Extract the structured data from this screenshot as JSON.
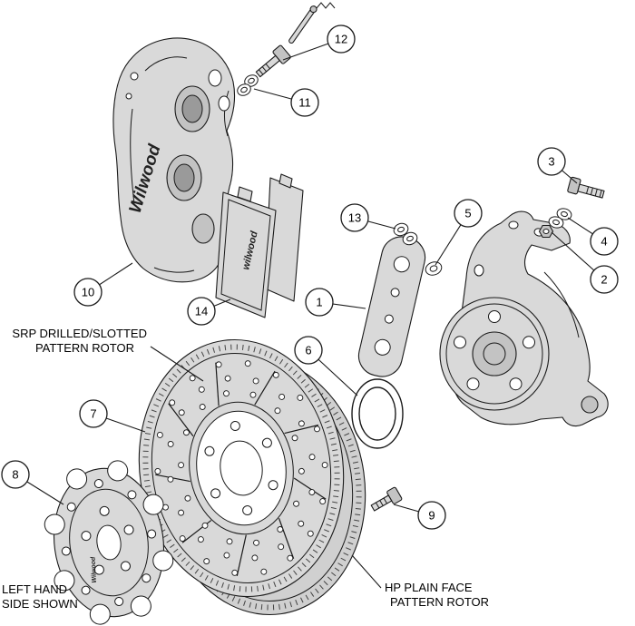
{
  "diagram": {
    "callouts": {
      "c1": "1",
      "c2": "2",
      "c3": "3",
      "c4": "4",
      "c5": "5",
      "c6": "6",
      "c7": "7",
      "c8": "8",
      "c9": "9",
      "c10": "10",
      "c11": "11",
      "c12": "12",
      "c13": "13",
      "c14": "14"
    },
    "labels": {
      "srp_line1": "SRP DRILLED/SLOTTED",
      "srp_line2": "PATTERN ROTOR",
      "hp_line1": "HP PLAIN FACE",
      "hp_line2": "PATTERN ROTOR",
      "side_line1": "LEFT HAND",
      "side_line2": "SIDE SHOWN"
    },
    "branding": {
      "caliper": "Wilwood",
      "pad": "wilwood",
      "hat": "Wilwood"
    },
    "colors": {
      "background": "#ffffff",
      "part_fill": "#d9d9d9",
      "part_fill_dark": "#c3c3c3",
      "outline": "#1a1a1a"
    }
  }
}
